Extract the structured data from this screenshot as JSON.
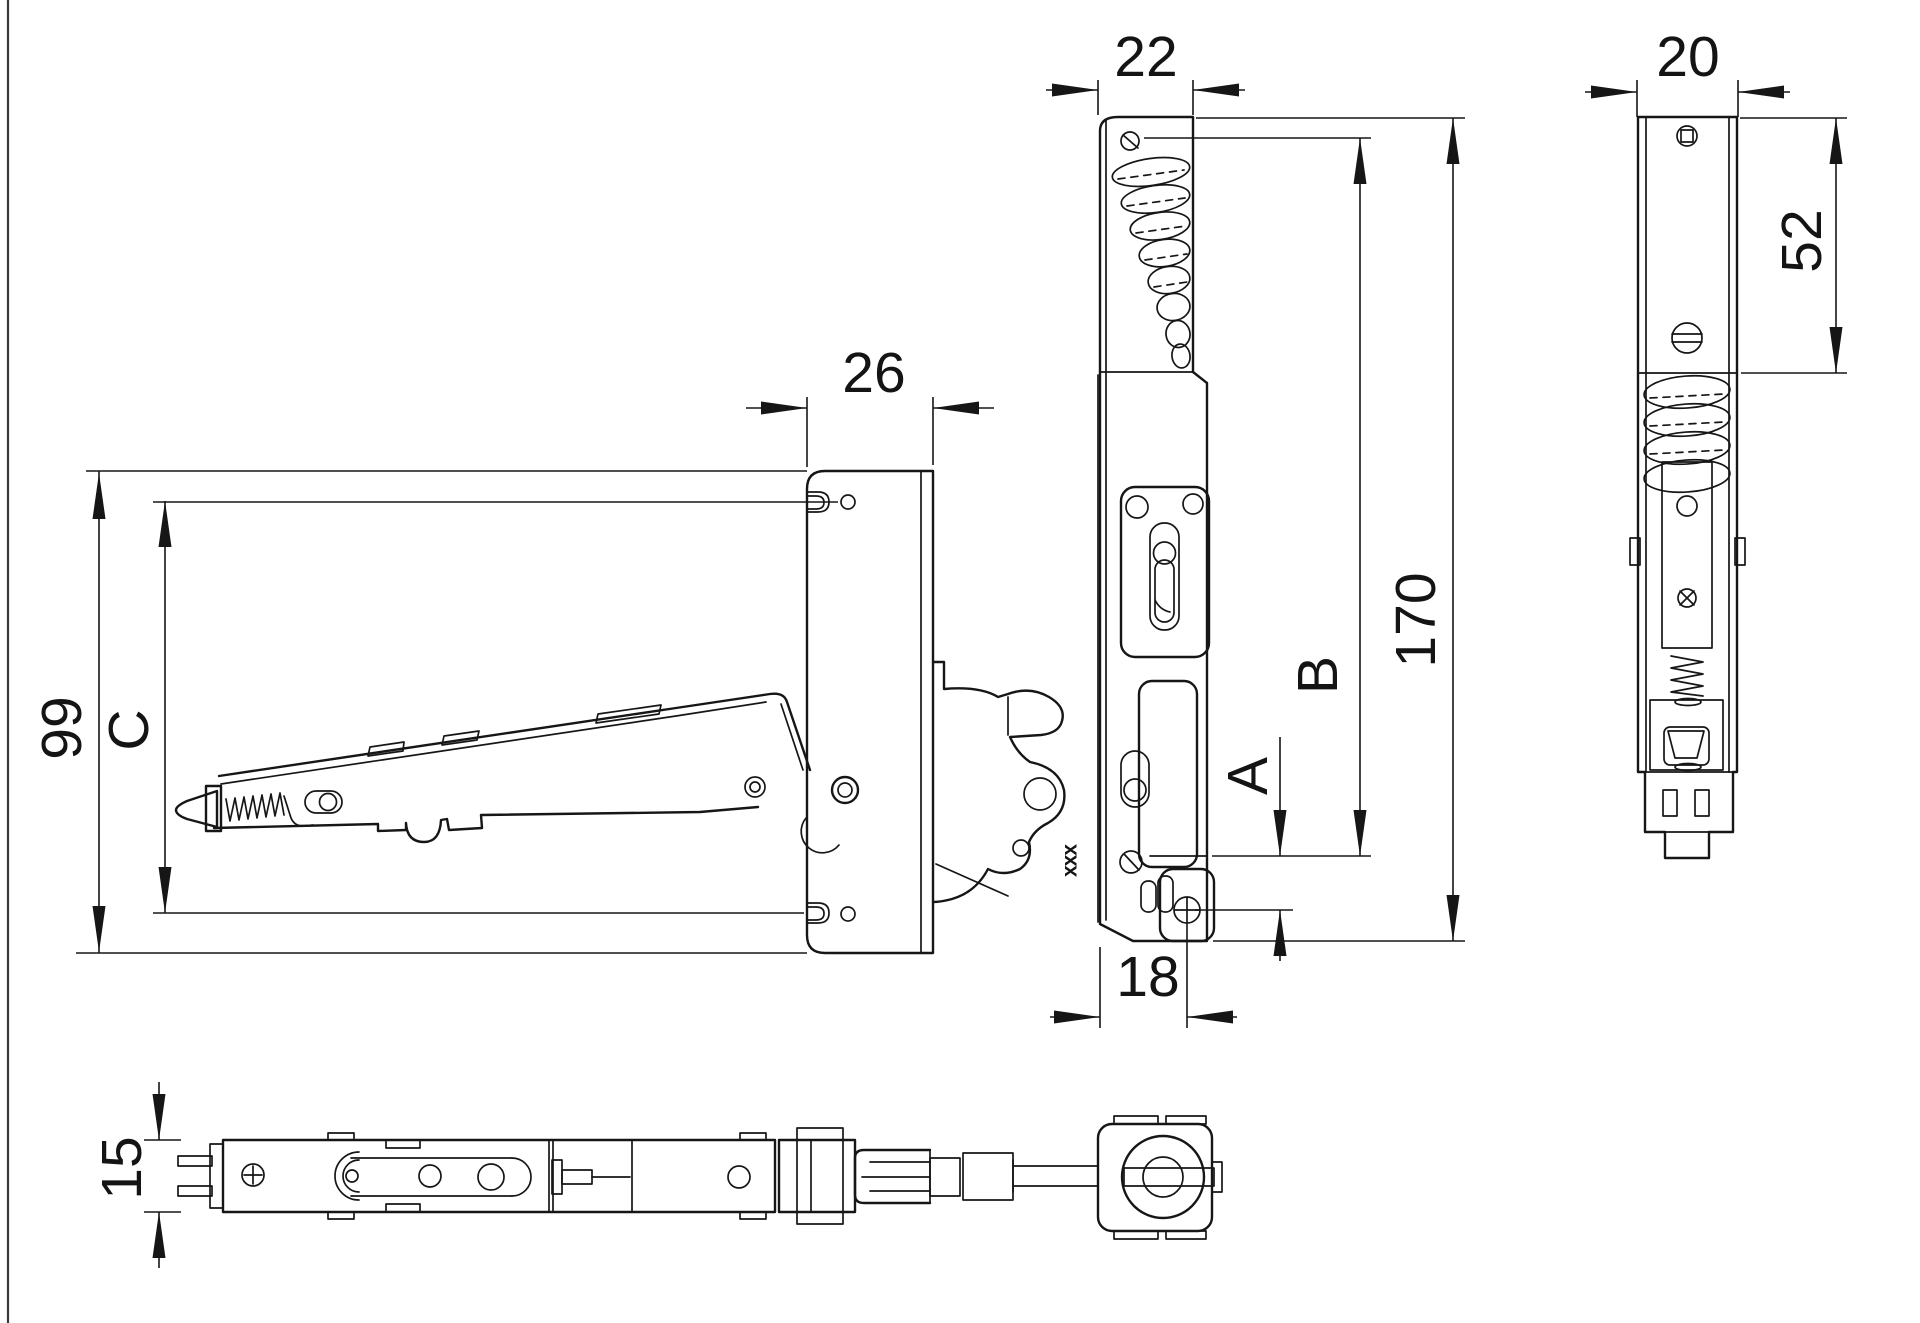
{
  "dims": {
    "front_width": "22",
    "side_width": "20",
    "plate_depth": "26",
    "upper_section_length": "52",
    "plate_height": "99",
    "hole_pitch": "C",
    "overall_length": "170",
    "length_b": "B",
    "offset_a": "A",
    "pivot_offset": "18",
    "profile_thickness": "15",
    "marking": "xxx"
  }
}
